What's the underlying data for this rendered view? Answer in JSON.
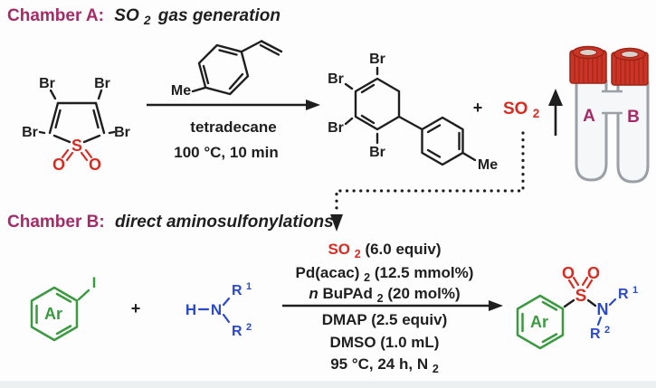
{
  "colors": {
    "magenta": "#a62a68",
    "red": "#d92b21",
    "green": "#3a9a3f",
    "blue": "#2b49cf",
    "ink": "#1f1f1f",
    "cap_red": "#cc3526",
    "glass_outline": "#9aa0a5"
  },
  "chamber_a": {
    "title": {
      "label": "Chamber A:",
      "formula": "SO",
      "formula_sub": "2",
      "rest": "gas generation"
    },
    "sulfone": {
      "br": "Br",
      "s": "S",
      "o": "O"
    },
    "styrene": {
      "me": "Me"
    },
    "arrow": {
      "line1": "tetradecane",
      "line2": "100 °C, 10 min"
    },
    "plus": "+",
    "so2": {
      "base": "SO",
      "sub": "2"
    },
    "diene": {
      "br": "Br",
      "me": "Me"
    },
    "vessel": {
      "a": "A",
      "b": "B"
    }
  },
  "chamber_b": {
    "title": {
      "label": "Chamber B:",
      "rest": "direct aminosulfonylations"
    },
    "aryl_iodide": {
      "ar": "Ar",
      "i": "I"
    },
    "plus": "+",
    "amine": {
      "h": "H",
      "n": "N",
      "r1": "R",
      "r1_sup": "1",
      "r2": "R",
      "r2_sup": "2"
    },
    "conditions": {
      "so2": "SO",
      "so2_sub": "2",
      "so2_rest": " (6.0 equiv)",
      "pd": "Pd(acac)",
      "pd_sub": "2",
      "pd_rest": " (12.5 mmol%)",
      "ligand_n": "n",
      "ligand": "BuPAd",
      "ligand_sub": "2",
      "ligand_rest": " (20 mol%)",
      "dmap": "DMAP (2.5 equiv)",
      "dmso": "DMSO (1.0 mL)",
      "temp": "95 °C, 24 h, N",
      "temp_sub": "2"
    },
    "sulfonamide": {
      "ar": "Ar",
      "s": "S",
      "o": "O",
      "n": "N",
      "r1": "R",
      "r1_sup": "1",
      "r2": "R",
      "r2_sup": "2"
    }
  }
}
